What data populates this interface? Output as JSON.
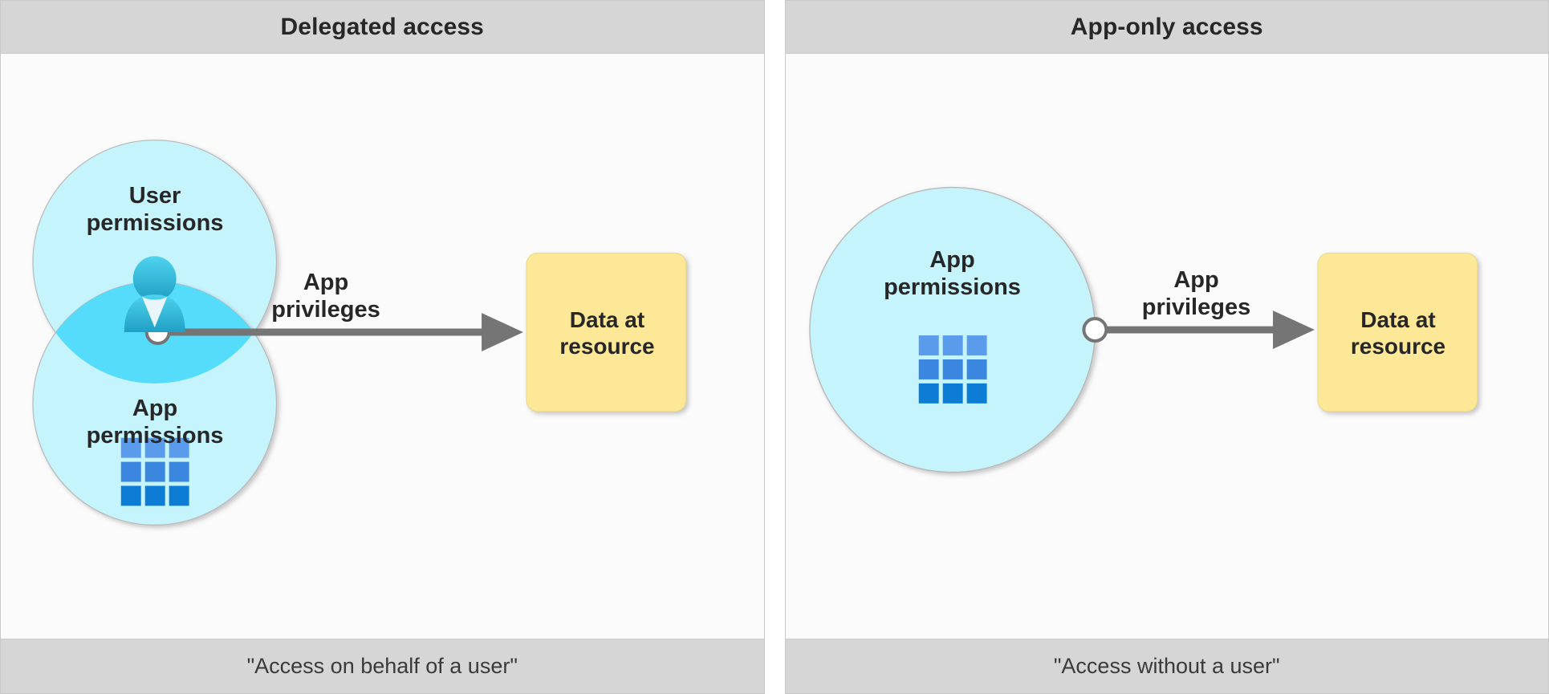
{
  "figure": {
    "colors": {
      "panel_header_bg": "#d6d6d6",
      "panel_body_bg": "#fbfbfb",
      "panel_border": "#c9c9c9",
      "circle_fill": "#c6f4fd",
      "circle_stroke": "#b0b0b0",
      "intersection_fill": "#55dcfa",
      "connector": "#757575",
      "node_fill": "#ffffff",
      "resource_box_fill": "#fce896",
      "text_dark": "#272727",
      "grid_icon_top": "#5b9bec",
      "grid_icon_mid": "#3b87e0",
      "grid_icon_bottom": "#0d7cd4",
      "person_icon_light": "#45cbe8",
      "person_icon_dark": "#1f9fc4"
    }
  },
  "panels": [
    {
      "id": "delegated",
      "header": "Delegated access",
      "footer": "\"Access on behalf of a user\"",
      "circles": [
        {
          "name": "user-permissions",
          "label": "User\npermissions",
          "icon": "person-icon"
        },
        {
          "name": "app-permissions",
          "label": "App\npermissions",
          "icon": "app-grid-icon"
        }
      ],
      "connector_label": "App\nprivileges",
      "resource_box": "Data at\nresource"
    },
    {
      "id": "app-only",
      "header": "App-only access",
      "footer": "\"Access without a user\"",
      "circles": [
        {
          "name": "app-permissions",
          "label": "App\npermissions",
          "icon": "app-grid-icon"
        }
      ],
      "connector_label": "App\nprivileges",
      "resource_box": "Data at\nresource"
    }
  ]
}
